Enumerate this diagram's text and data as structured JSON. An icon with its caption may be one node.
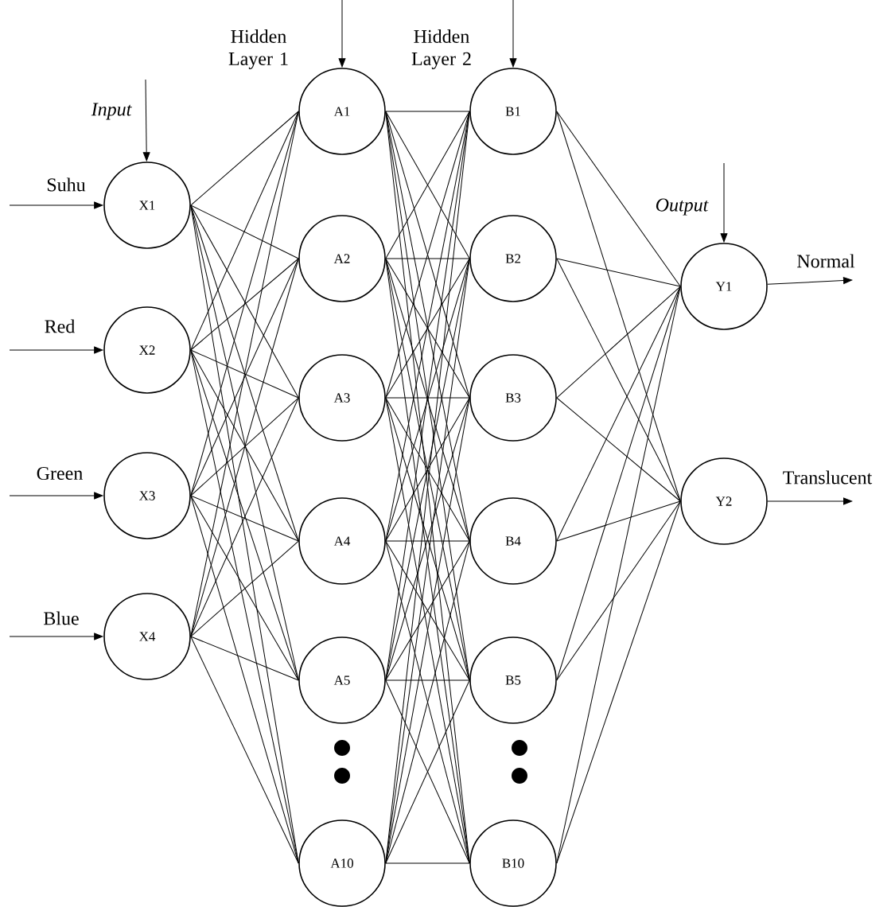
{
  "diagram": {
    "nodes": [
      {
        "text": [
          "X1"
        ]
      },
      {
        "text": [
          "X2"
        ]
      },
      {
        "text": [
          "X3"
        ]
      },
      {
        "text": [
          "X4"
        ]
      },
      {
        "text": [
          "A1"
        ]
      },
      {
        "text": [
          "A2"
        ]
      },
      {
        "text": [
          "A3"
        ]
      },
      {
        "text": [
          "A4"
        ]
      },
      {
        "text": [
          "A5"
        ]
      },
      {
        "text": [
          "A10"
        ]
      },
      {
        "text": [
          "B1"
        ]
      },
      {
        "text": [
          "B2"
        ]
      },
      {
        "text": [
          "B3"
        ]
      },
      {
        "text": [
          "B4"
        ]
      },
      {
        "text": [
          "B5"
        ]
      },
      {
        "text": [
          "B10"
        ]
      },
      {
        "text": [
          "Y1"
        ]
      },
      {
        "text": [
          "Y2"
        ]
      }
    ],
    "edges": [
      {
        "from": null,
        "to": 0,
        "arrow": "to",
        "label": "Input"
      },
      {
        "from": null,
        "to": 0,
        "arrow": "to",
        "label": "Suhu"
      },
      {
        "from": null,
        "to": 1,
        "arrow": "to",
        "label": "Red"
      },
      {
        "from": null,
        "to": 2,
        "arrow": "to",
        "label": "Green"
      },
      {
        "from": null,
        "to": 3,
        "arrow": "to",
        "label": "Blue"
      },
      {
        "from": null,
        "to": 4,
        "arrow": "to",
        "label": "Hidden Layer 1"
      },
      {
        "from": null,
        "to": 10,
        "arrow": "to",
        "label": "Hidden Layer 2"
      },
      {
        "from": null,
        "to": 16,
        "arrow": "to",
        "label": "Output"
      },
      {
        "from": 16,
        "to": null,
        "arrow": "to",
        "label": "Normal"
      },
      {
        "from": 17,
        "to": null,
        "arrow": "to",
        "label": "Translucent"
      },
      {
        "from": 0,
        "to": 4,
        "arrow": "none"
      },
      {
        "from": 0,
        "to": 5,
        "arrow": "none"
      },
      {
        "from": 0,
        "to": 6,
        "arrow": "none"
      },
      {
        "from": 0,
        "to": 7,
        "arrow": "none"
      },
      {
        "from": 0,
        "to": 8,
        "arrow": "none"
      },
      {
        "from": 0,
        "to": 9,
        "arrow": "none"
      },
      {
        "from": 1,
        "to": 4,
        "arrow": "none"
      },
      {
        "from": 1,
        "to": 5,
        "arrow": "none"
      },
      {
        "from": 1,
        "to": 6,
        "arrow": "none"
      },
      {
        "from": 1,
        "to": 7,
        "arrow": "none"
      },
      {
        "from": 1,
        "to": 8,
        "arrow": "none"
      },
      {
        "from": 1,
        "to": 9,
        "arrow": "none"
      },
      {
        "from": 2,
        "to": 4,
        "arrow": "none"
      },
      {
        "from": 2,
        "to": 5,
        "arrow": "none"
      },
      {
        "from": 2,
        "to": 6,
        "arrow": "none"
      },
      {
        "from": 2,
        "to": 7,
        "arrow": "none"
      },
      {
        "from": 2,
        "to": 8,
        "arrow": "none"
      },
      {
        "from": 2,
        "to": 9,
        "arrow": "none"
      },
      {
        "from": 3,
        "to": 4,
        "arrow": "none"
      },
      {
        "from": 3,
        "to": 5,
        "arrow": "none"
      },
      {
        "from": 3,
        "to": 6,
        "arrow": "none"
      },
      {
        "from": 3,
        "to": 7,
        "arrow": "none"
      },
      {
        "from": 3,
        "to": 8,
        "arrow": "none"
      },
      {
        "from": 3,
        "to": 9,
        "arrow": "none"
      },
      {
        "from": 4,
        "to": 10,
        "arrow": "none"
      },
      {
        "from": 4,
        "to": 11,
        "arrow": "none"
      },
      {
        "from": 4,
        "to": 12,
        "arrow": "none"
      },
      {
        "from": 4,
        "to": 13,
        "arrow": "none"
      },
      {
        "from": 4,
        "to": 14,
        "arrow": "none"
      },
      {
        "from": 4,
        "to": 15,
        "arrow": "none"
      },
      {
        "from": 5,
        "to": 10,
        "arrow": "none"
      },
      {
        "from": 5,
        "to": 11,
        "arrow": "none"
      },
      {
        "from": 5,
        "to": 12,
        "arrow": "none"
      },
      {
        "from": 5,
        "to": 13,
        "arrow": "none"
      },
      {
        "from": 5,
        "to": 14,
        "arrow": "none"
      },
      {
        "from": 5,
        "to": 15,
        "arrow": "none"
      },
      {
        "from": 6,
        "to": 10,
        "arrow": "none"
      },
      {
        "from": 6,
        "to": 11,
        "arrow": "none"
      },
      {
        "from": 6,
        "to": 12,
        "arrow": "none"
      },
      {
        "from": 6,
        "to": 13,
        "arrow": "none"
      },
      {
        "from": 6,
        "to": 14,
        "arrow": "none"
      },
      {
        "from": 6,
        "to": 15,
        "arrow": "none"
      },
      {
        "from": 7,
        "to": 10,
        "arrow": "none"
      },
      {
        "from": 7,
        "to": 11,
        "arrow": "none"
      },
      {
        "from": 7,
        "to": 12,
        "arrow": "none"
      },
      {
        "from": 7,
        "to": 13,
        "arrow": "none"
      },
      {
        "from": 7,
        "to": 14,
        "arrow": "none"
      },
      {
        "from": 7,
        "to": 15,
        "arrow": "none"
      },
      {
        "from": 8,
        "to": 10,
        "arrow": "none"
      },
      {
        "from": 8,
        "to": 11,
        "arrow": "none"
      },
      {
        "from": 8,
        "to": 12,
        "arrow": "none"
      },
      {
        "from": 8,
        "to": 13,
        "arrow": "none"
      },
      {
        "from": 8,
        "to": 14,
        "arrow": "none"
      },
      {
        "from": 8,
        "to": 15,
        "arrow": "none"
      },
      {
        "from": 9,
        "to": 10,
        "arrow": "none"
      },
      {
        "from": 9,
        "to": 11,
        "arrow": "none"
      },
      {
        "from": 9,
        "to": 12,
        "arrow": "none"
      },
      {
        "from": 9,
        "to": 13,
        "arrow": "none"
      },
      {
        "from": 9,
        "to": 14,
        "arrow": "none"
      },
      {
        "from": 9,
        "to": 15,
        "arrow": "none"
      },
      {
        "from": 10,
        "to": 16,
        "arrow": "none"
      },
      {
        "from": 10,
        "to": 17,
        "arrow": "none"
      },
      {
        "from": 11,
        "to": 16,
        "arrow": "none"
      },
      {
        "from": 11,
        "to": 17,
        "arrow": "none"
      },
      {
        "from": 12,
        "to": 16,
        "arrow": "none"
      },
      {
        "from": 12,
        "to": 17,
        "arrow": "none"
      },
      {
        "from": 13,
        "to": 16,
        "arrow": "none"
      },
      {
        "from": 13,
        "to": 17,
        "arrow": "none"
      },
      {
        "from": 14,
        "to": 16,
        "arrow": "none"
      },
      {
        "from": 14,
        "to": 17,
        "arrow": "none"
      },
      {
        "from": 15,
        "to": 16,
        "arrow": "none"
      },
      {
        "from": 15,
        "to": 17,
        "arrow": "none"
      }
    ]
  }
}
